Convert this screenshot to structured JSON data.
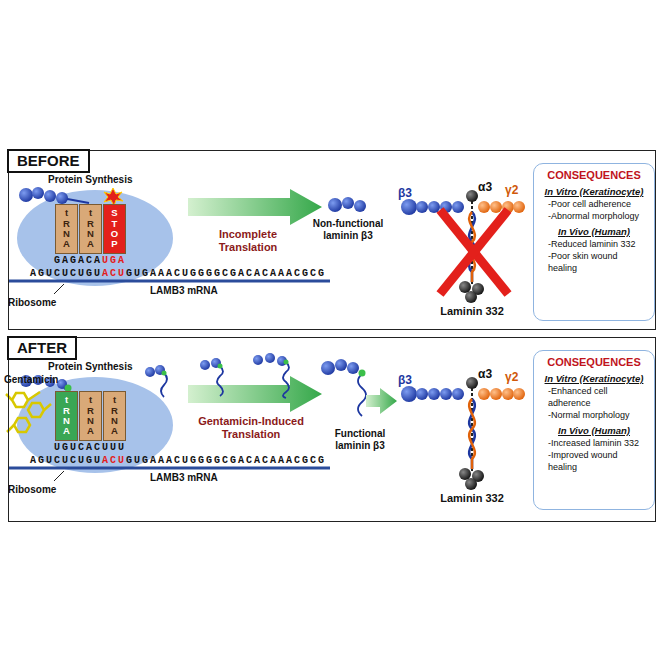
{
  "diagram": {
    "nodes": [
      {
        "text": [
          "BEFORE"
        ]
      },
      {
        "text": [
          "tRNA"
        ],
        "in": 0
      },
      {
        "text": [
          "tRNA"
        ],
        "in": 0
      },
      {
        "text": [
          "STOP"
        ],
        "in": 0
      },
      {
        "text": [
          "CONSEQUENCES",
          "In Vitro (Keratinocyte)",
          "-Poor cell adherence",
          "-Abnormal morphology",
          "In Vivo (Human)",
          "-Reduced laminin 332",
          "-Poor skin wound healing"
        ],
        "in": 0
      },
      {
        "text": [
          "AFTER"
        ]
      },
      {
        "text": [
          "tRNA"
        ],
        "in": 5
      },
      {
        "text": [
          "tRNA"
        ],
        "in": 5
      },
      {
        "text": [
          "tRNA"
        ],
        "in": 5
      },
      {
        "text": [
          "CONSEQUENCES",
          "In Vitro (Keratinocyte)",
          "-Enhanced cell adherence",
          "-Normal morphology",
          "In Vivo (Human)",
          "-Increased laminin 332",
          "-Improved wound healing"
        ],
        "in": 5
      }
    ],
    "labels": [
      "Protein Synthesis",
      "GAGACA",
      "UGA",
      "AGUCUCUGU",
      "ACU",
      "GUGAAACUGGGGCGACACAAACGCG",
      "LAMB3 mRNA",
      "Ribosome",
      "Incomplete Translation",
      "Non-functional laminin β3",
      "α3",
      "β3",
      "γ2",
      "Laminin 332",
      "Protein Synthesis",
      "Gentamicin",
      "UGUCACUUU",
      "AGUCUCUGU",
      "ACU",
      "GUGAAACUGGGGCGACACAAACGCG",
      "LAMB3 mRNA",
      "Ribosome",
      "Gentamicin-Induced Translation",
      "Functional laminin β3",
      "α3",
      "β3",
      "γ2",
      "Laminin 332"
    ]
  }
}
